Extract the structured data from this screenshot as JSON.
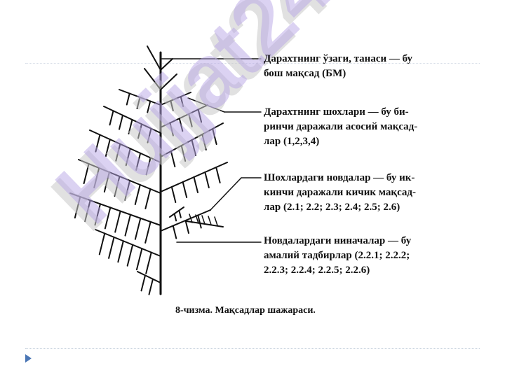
{
  "labels": {
    "trunk": [
      "Дарахтнинг ўзаги, танаси — бу",
      "бош мақсад (БМ)"
    ],
    "branches": [
      "Дарахтнинг шохлари — бу би-",
      "ринчи даражали асосий мақсад-",
      "лар (1,2,3,4)"
    ],
    "shoots": [
      "Шохлардаги новдалар — бу ик-",
      "кинчи даражали кичик мақсад-",
      "лар (2.1; 2.2; 2.3; 2.4; 2.5; 2.6)"
    ],
    "needles": [
      "Новдалардаги ниначалар — бу",
      "амалий тадбирлар (2.2.1; 2.2.2;",
      "2.2.3; 2.2.4; 2.2.5; 2.2.6)"
    ]
  },
  "caption": "8-чизма. Мақсадлар шажараси.",
  "watermark": "Hujjat24"
}
